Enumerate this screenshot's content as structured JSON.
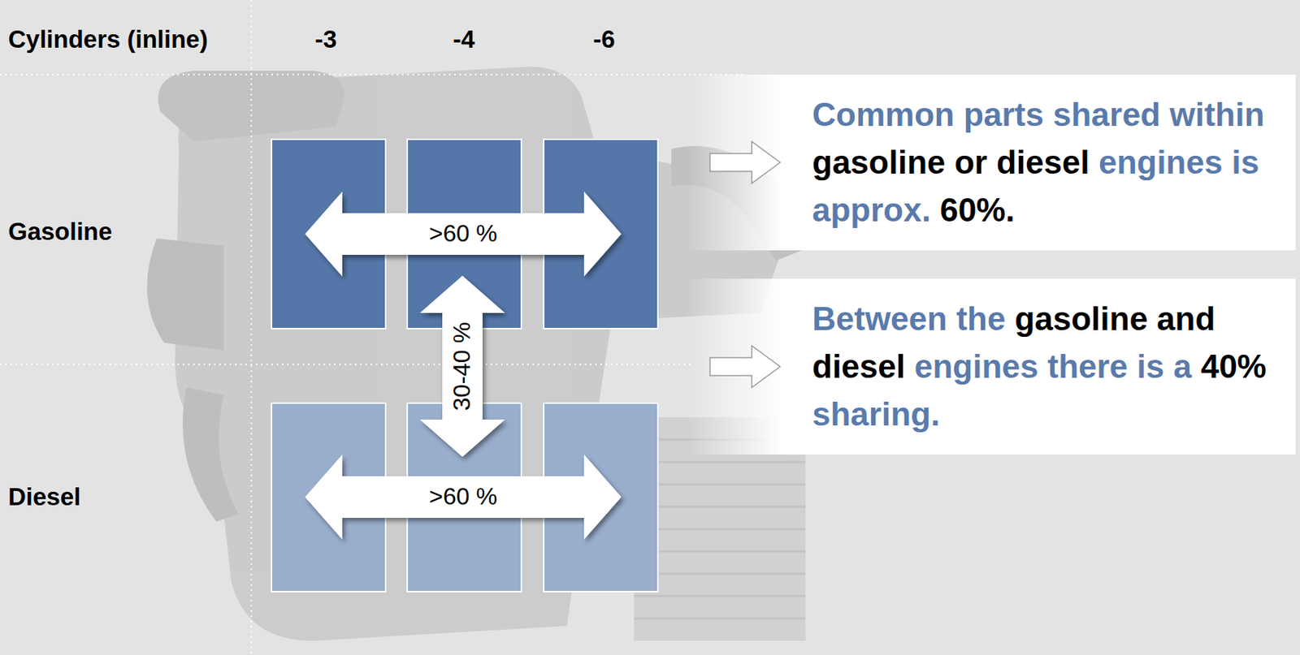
{
  "diagram": {
    "nodes": [
      {
        "text": [
          "Common parts shared within",
          "gasoline or diesel",
          "engines is approx.",
          "60%."
        ]
      },
      {
        "text": [
          "Between the",
          "gasoline and diesel",
          "engines there is a",
          "40%",
          "sharing."
        ]
      }
    ],
    "labels": [
      "Cylinders (inline)",
      "-3",
      "-4",
      "-6",
      "Gasoline",
      ">60 %",
      "30-40 %",
      "Diesel",
      ">60 %"
    ]
  }
}
